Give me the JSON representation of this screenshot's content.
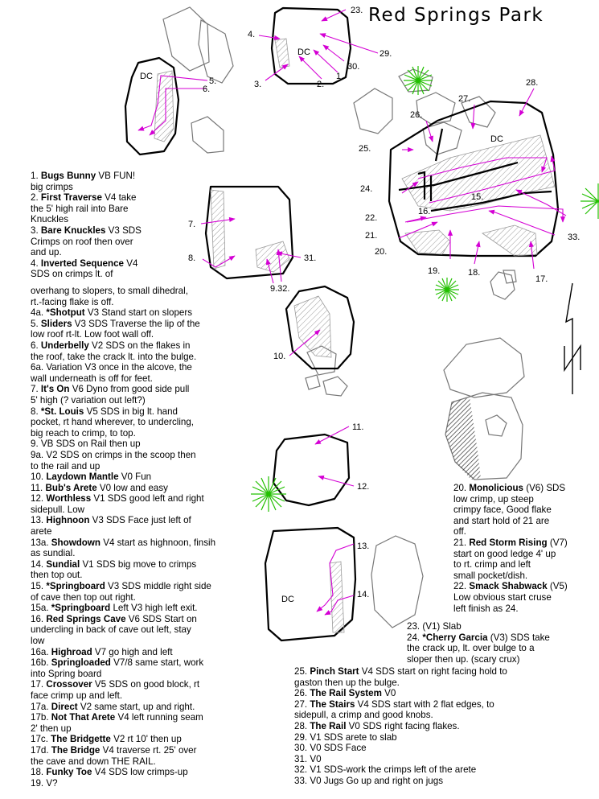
{
  "title": "Red Springs Park",
  "labels": {
    "dc": "DC",
    "n1": "1.",
    "n2": "2.",
    "n3": "3.",
    "n4": "4.",
    "n5": "5.",
    "n6": "6.",
    "n7": "7.",
    "n8": "8.",
    "n9_32": "9.32.",
    "n10": "10.",
    "n11": "11.",
    "n12": "12.",
    "n13": "13.",
    "n14": "14.",
    "n15": "15.",
    "n16": "16.",
    "n17": "17.",
    "n18": "18.",
    "n19": "19.",
    "n20": "20.",
    "n21": "21.",
    "n22": "22.",
    "n23": "23.",
    "n24": "24.",
    "n25": "25.",
    "n26": "26.",
    "n27": "27.",
    "n28": "28.",
    "n29": "29.",
    "n30": "30.",
    "n31": "31.",
    "n33": "33."
  },
  "routes_left": [
    {
      "num": "1.",
      "name": "Bugs Bunny",
      "desc": " VB FUN!"
    },
    {
      "text": "big crimps"
    },
    {
      "num": "2.",
      "name": "First Traverse",
      "desc": " V4 take"
    },
    {
      "text": "the 5' high rail into Bare"
    },
    {
      "text": "Knuckles"
    },
    {
      "num": "3.",
      "name": "Bare Knuckles",
      "desc": " V3 SDS"
    },
    {
      "text": "Crimps on roof then over"
    },
    {
      "text": "and up."
    },
    {
      "num": "4.",
      "name": "Inverted Sequence",
      "desc": " V4"
    },
    {
      "text": "SDS on crimps lt. of"
    }
  ],
  "routes_left2": [
    {
      "text": "overhang to slopers, to small dihedral,"
    },
    {
      "text": "rt.-facing flake is off."
    },
    {
      "num": "4a.",
      "name": "*Shotput",
      "desc": " V3 Stand start on slopers"
    },
    {
      "num": "5.",
      "name": "Sliders",
      "desc": " V3 SDS Traverse the lip of the"
    },
    {
      "text": "low roof rt-lt.  Low foot wall off."
    },
    {
      "num": "6.",
      "name": "Underbelly",
      "desc": " V2 SDS on the flakes in"
    },
    {
      "text": "the roof, take the crack lt. into the bulge."
    },
    {
      "num": "6a.",
      "name": "",
      "desc": " Variation V3 once in the alcove, the"
    },
    {
      "text": "wall underneath is off for feet."
    },
    {
      "num": "7.",
      "name": "It's On",
      "desc": " V6 Dyno from good side pull"
    },
    {
      "text": "5' high (? variation out left?)"
    },
    {
      "num": "8.",
      "name": "*St. Louis",
      "desc": " V5 SDS in big lt. hand"
    },
    {
      "text": "pocket, rt hand wherever, to undercling,"
    },
    {
      "text": "big reach to crimp, to top."
    },
    {
      "num": "9.",
      "name": "",
      "desc": " VB SDS on Rail then up"
    },
    {
      "num": "9a.",
      "name": "",
      "desc": " V2 SDS on crimps in the scoop then"
    },
    {
      "text": "to the rail and up"
    },
    {
      "num": "10.",
      "name": "Laydown Mantle",
      "desc": " V0 Fun"
    },
    {
      "num": "11.",
      "name": "Bub's Arete",
      "desc": " V0 low and easy"
    },
    {
      "num": "12.",
      "name": "Worthless",
      "desc": " V1 SDS good left and right"
    },
    {
      "text": "sidepull. Low"
    },
    {
      "num": "13.",
      "name": "Highnoon",
      "desc": " V3 SDS Face just left of"
    },
    {
      "text": "arete"
    },
    {
      "num": "13a.",
      "name": "Showdown",
      "desc": " V4 start as highnoon, finsih"
    },
    {
      "text": "as sundial."
    },
    {
      "num": "14.",
      "name": "Sundial",
      "desc": " V1 SDS big move to crimps"
    },
    {
      "text": "then top out."
    },
    {
      "num": "15.",
      "name": "*Springboard",
      "desc": " V3 SDS middle right side"
    },
    {
      "text": "of cave then top out right."
    },
    {
      "num": "15a.",
      "name": "*Springboard",
      "desc": " Left V3 high left exit."
    },
    {
      "num": "16.",
      "name": "Red Springs Cave",
      "desc": " V6 SDS Start on"
    },
    {
      "text": "undercling in back of cave out left, stay"
    },
    {
      "text": "low"
    },
    {
      "num": "16a.",
      "name": "Highroad",
      "desc": " V7 go high and left"
    },
    {
      "num": "16b.",
      "name": "Springloaded",
      "desc": " V7/8 same start, work"
    },
    {
      "text": "into Spring board"
    },
    {
      "num": "17.",
      "name": "Crossover",
      "desc": " V5 SDS on good block, rt"
    },
    {
      "text": "face crimp up and left."
    },
    {
      "num": "17a.",
      "name": "Direct",
      "desc": " V2 same start, up and right."
    },
    {
      "num": "17b.",
      "name": "Not That Arete",
      "desc": " V4 left running seam"
    },
    {
      "text": "2' then up"
    },
    {
      "num": "17c.",
      "name": "The Bridgette",
      "desc": " V2 rt 10' then up"
    },
    {
      "num": "17d.",
      "name": "The Bridge",
      "desc": " V4 traverse rt. 25' over"
    },
    {
      "text": "the cave and down THE RAIL."
    },
    {
      "num": "18.",
      "name": "Funky Toe",
      "desc": " V4 SDS low crimps-up"
    },
    {
      "num": "19.",
      "name": "",
      "desc": " V?"
    }
  ],
  "routes_right": [
    {
      "num": "20.",
      "name": "Monolicious",
      "desc": " (V6) SDS"
    },
    {
      "text": "low crimp, up steep"
    },
    {
      "text": "crimpy face, Good flake"
    },
    {
      "text": "and start hold of 21 are"
    },
    {
      "text": "off."
    },
    {
      "num": "21.",
      "name": "Red Storm Rising",
      "desc": " (V7)"
    },
    {
      "text": "start on good ledge 4' up"
    },
    {
      "text": "to rt. crimp and left"
    },
    {
      "text": "small pocket/dish."
    },
    {
      "num": "22.",
      "name": "Smack Shabwack",
      "desc": " (V5)"
    },
    {
      "text": "Low obvious start cruse"
    },
    {
      "text": "left finish as 24."
    }
  ],
  "routes_mid": [
    {
      "num": "23.",
      "name": "",
      "desc": " (V1) Slab"
    },
    {
      "num": "24.",
      "name": "*Cherry Garcia",
      "desc": " (V3) SDS take"
    },
    {
      "text": "the crack up, lt. over bulge to a"
    },
    {
      "text": "sloper then up. (scary crux)"
    }
  ],
  "routes_bottom": [
    {
      "num": "25.",
      "name": "Pinch Start",
      "desc": " V4 SDS start on right facing hold to"
    },
    {
      "text": "gaston then up the bulge."
    },
    {
      "num": "26.",
      "name": "The Rail System",
      "desc": " V0"
    },
    {
      "num": "27.",
      "name": "The Stairs",
      "desc": " V4 SDS start with 2 flat edges, to"
    },
    {
      "text": "sidepull, a crimp and good knobs."
    },
    {
      "num": "28.",
      "name": "The Rail",
      "desc": " V0 SDS right facing flakes."
    },
    {
      "num": "29.",
      "name": "",
      "desc": " V1 SDS arete to slab"
    },
    {
      "num": "30.",
      "name": "",
      "desc": " V0 SDS Face"
    },
    {
      "num": "31.",
      "name": "",
      "desc": " V0"
    },
    {
      "num": "32.",
      "name": "",
      "desc": " V1 SDS-work the crimps left of the arete"
    },
    {
      "num": "33.",
      "name": "",
      "desc": " V0 Jugs Go up and right on jugs"
    }
  ],
  "colors": {
    "route": "#d400d4",
    "tree": "#22c000",
    "rock_outline": "#000000",
    "minor_rock": "#777777",
    "hatch": "#9a9a9a"
  }
}
